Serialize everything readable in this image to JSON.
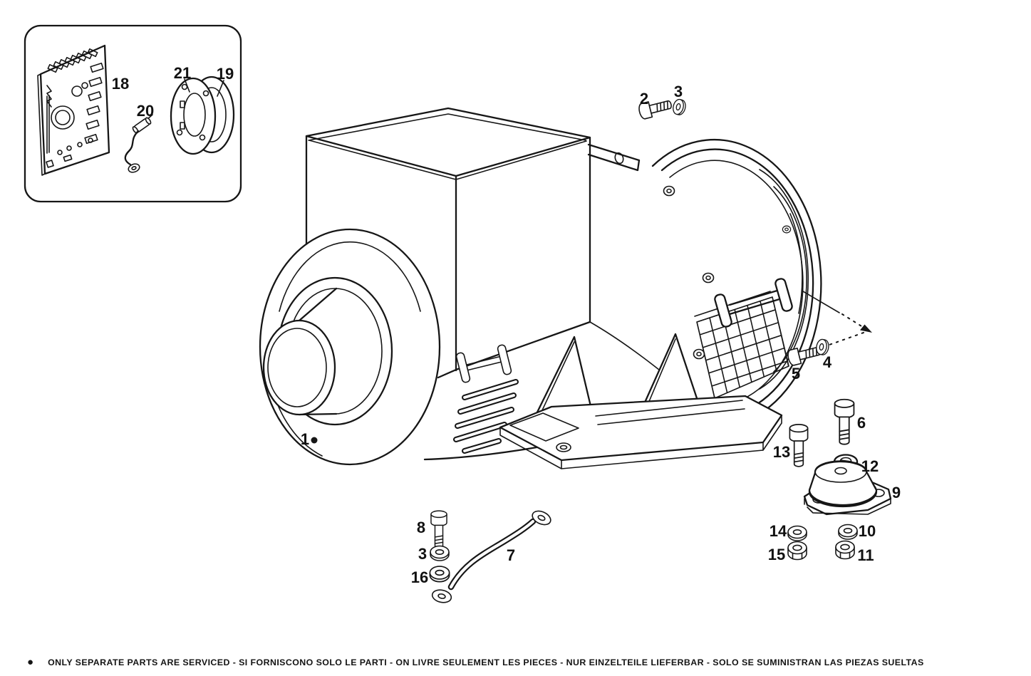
{
  "palette": {
    "ink": "#161616",
    "paper": "#ffffff"
  },
  "figure": {
    "callouts": {
      "p1": "1",
      "p2": "2",
      "p3a": "3",
      "p3b": "3",
      "p4": "4",
      "p5": "5",
      "p6": "6",
      "p7": "7",
      "p8": "8",
      "p9": "9",
      "p10": "10",
      "p11": "11",
      "p12": "12",
      "p13": "13",
      "p14": "14",
      "p15": "15",
      "p16": "16",
      "p18": "18",
      "p19": "19",
      "p20": "20",
      "p21": "21"
    }
  },
  "footnote": {
    "bullet": "●",
    "text": "ONLY SEPARATE PARTS ARE SERVICED - SI FORNISCONO SOLO LE PARTI - ON LIVRE SEULEMENT LES PIECES - NUR EINZELTEILE LIEFERBAR - SOLO SE SUMINISTRAN LAS PIEZAS SUELTAS"
  }
}
